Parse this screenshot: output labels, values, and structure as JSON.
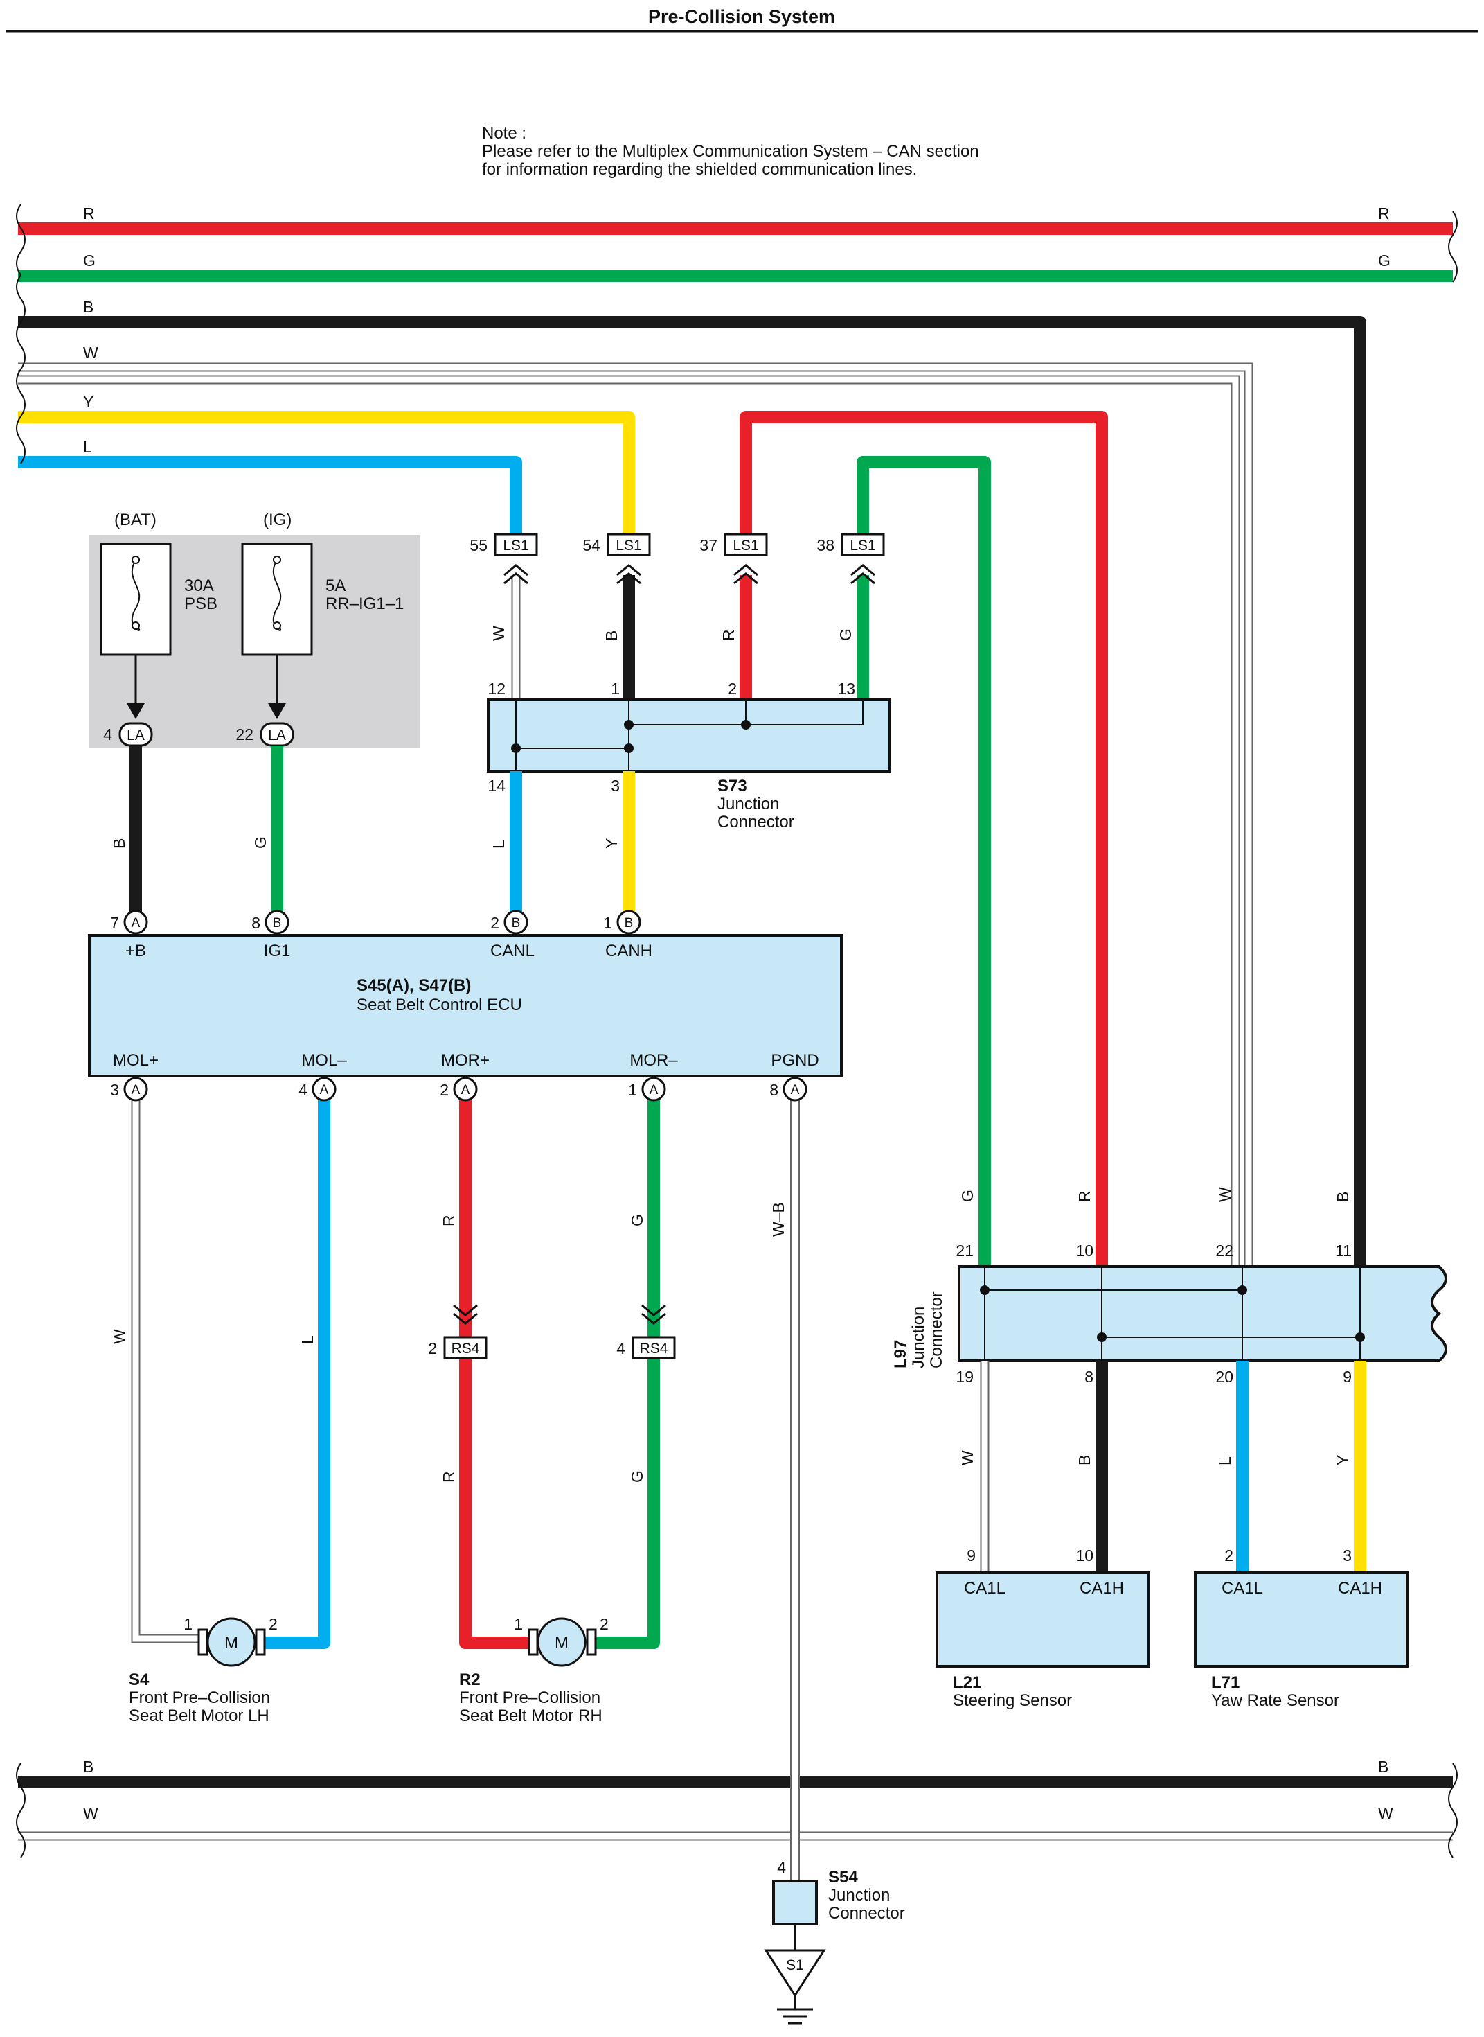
{
  "title": "Pre-Collision System",
  "note": {
    "line1": "Note :",
    "line2": "Please refer to the Multiplex Communication System – CAN section",
    "line3": "for information regarding the shielded communication lines."
  },
  "wire_colors": {
    "R": "#e8202a",
    "G": "#00a84f",
    "B": "#1a1a1a",
    "W": "#ffffff",
    "Y": "#ffe000",
    "L": "#00aeef",
    "W-B": "#ffffff"
  },
  "component_fill": "#c9e8f7",
  "fuse_area_fill": "#d4d4d6",
  "bus_top": [
    "R",
    "G",
    "B",
    "W",
    "Y",
    "L"
  ],
  "bus_bottom": [
    "B",
    "W"
  ],
  "fuses": {
    "bat": {
      "source": "(BAT)",
      "amp": "30A",
      "name": "PSB",
      "pin": "4",
      "connector": "LA",
      "wire": "B"
    },
    "ig": {
      "source": "(IG)",
      "amp": "5A",
      "name": "RR–IG1–1",
      "pin": "22",
      "connector": "LA",
      "wire": "G"
    }
  },
  "ls1": [
    {
      "pin": "55",
      "connector": "LS1",
      "wire": "W"
    },
    {
      "pin": "54",
      "connector": "LS1",
      "wire": "B"
    },
    {
      "pin": "37",
      "connector": "LS1",
      "wire": "R"
    },
    {
      "pin": "38",
      "connector": "LS1",
      "wire": "G"
    }
  ],
  "s73": {
    "id": "S73",
    "line1": "Junction",
    "line2": "Connector",
    "top_pins": [
      "12",
      "1",
      "2",
      "13"
    ],
    "bottom_pins": [
      "14",
      "3"
    ],
    "bottom_wires": [
      "L",
      "Y"
    ]
  },
  "ecu": {
    "id": "S45(A), S47(B)",
    "name": "Seat Belt Control ECU",
    "top_terminals": [
      {
        "pin": "7",
        "conn": "A",
        "label": "+B"
      },
      {
        "pin": "8",
        "conn": "B",
        "label": "IG1"
      },
      {
        "pin": "2",
        "conn": "B",
        "label": "CANL"
      },
      {
        "pin": "1",
        "conn": "B",
        "label": "CANH"
      }
    ],
    "bottom_terminals": [
      {
        "pin": "3",
        "conn": "A",
        "label": "MOL+",
        "wire": "W"
      },
      {
        "pin": "4",
        "conn": "A",
        "label": "MOL–",
        "wire": "L"
      },
      {
        "pin": "2",
        "conn": "A",
        "label": "MOR+",
        "wire": "R"
      },
      {
        "pin": "1",
        "conn": "A",
        "label": "MOR–",
        "wire": "G"
      },
      {
        "pin": "8",
        "conn": "A",
        "label": "PGND",
        "wire": "W–B"
      }
    ]
  },
  "rs4": [
    {
      "pin": "2",
      "connector": "RS4",
      "wire_below": "R"
    },
    {
      "pin": "4",
      "connector": "RS4",
      "wire_below": "G"
    }
  ],
  "motors": [
    {
      "id": "S4",
      "line1": "Front Pre–Collision",
      "line2": "Seat Belt Motor LH",
      "symbol": "M",
      "pin1": "1",
      "pin2": "2"
    },
    {
      "id": "R2",
      "line1": "Front Pre–Collision",
      "line2": "Seat Belt Motor RH",
      "symbol": "M",
      "pin1": "1",
      "pin2": "2"
    }
  ],
  "l97": {
    "id": "L97",
    "line1": "Junction",
    "line2": "Connector",
    "top_pins": [
      "21",
      "10",
      "22",
      "11"
    ],
    "top_wires": [
      "G",
      "R",
      "W",
      "B"
    ],
    "bottom_pins": [
      "19",
      "8",
      "20",
      "9"
    ],
    "bottom_wires": [
      "W",
      "B",
      "L",
      "Y"
    ]
  },
  "sensors": [
    {
      "id": "L21",
      "name": "Steering Sensor",
      "pin_a": "9",
      "pin_b": "10",
      "term_a": "CA1L",
      "term_b": "CA1H"
    },
    {
      "id": "L71",
      "name": "Yaw Rate Sensor",
      "pin_a": "2",
      "pin_b": "3",
      "term_a": "CA1L",
      "term_b": "CA1H"
    }
  ],
  "s54": {
    "id": "S54",
    "line1": "Junction",
    "line2": "Connector",
    "pin": "4"
  },
  "ground": {
    "label": "S1"
  }
}
